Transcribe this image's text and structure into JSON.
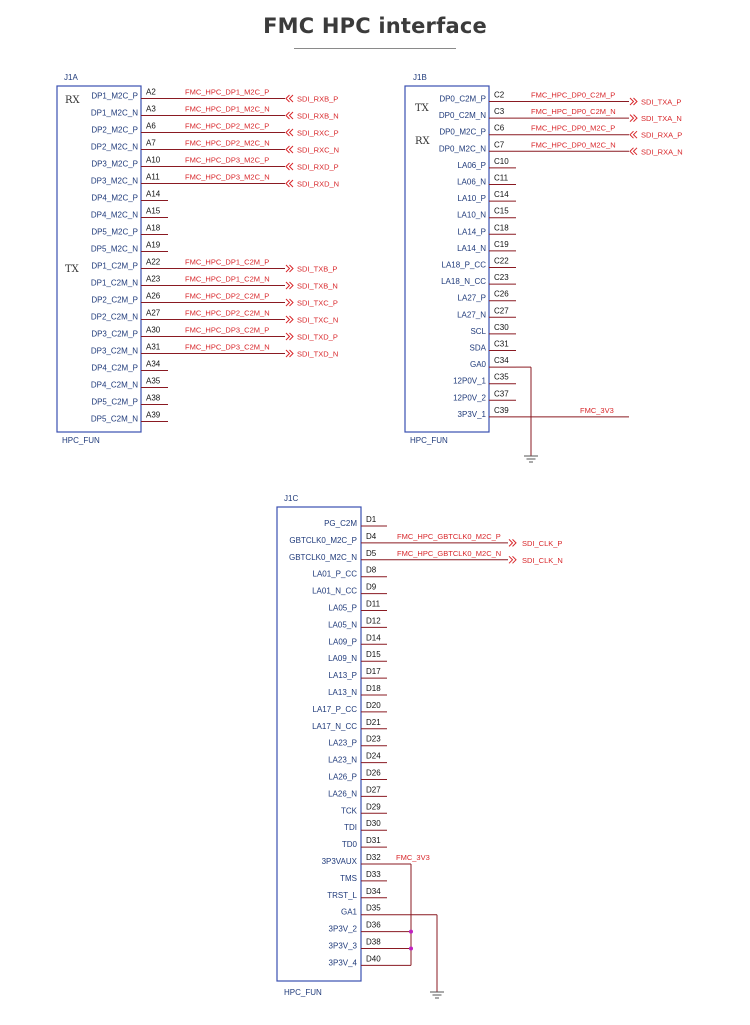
{
  "title": "FMC HPC interface",
  "colors": {
    "box": "#3a4fb0",
    "wire": "#8a1a22",
    "net": "#d8262a",
    "dot": "#c020c0",
    "pin": "#1f3a7a"
  },
  "symbols": [
    {
      "ref": "J1A",
      "footer": "HPC_FUN",
      "groups": [
        "RX",
        "TX"
      ],
      "pins": [
        {
          "name": "DP1_M2C_P",
          "num": "A2",
          "net": "FMC_HPC_DP1_M2C_P",
          "port": "SDI_RXB_P",
          "dir": "in"
        },
        {
          "name": "DP1_M2C_N",
          "num": "A3",
          "net": "FMC_HPC_DP1_M2C_N",
          "port": "SDI_RXB_N",
          "dir": "in"
        },
        {
          "name": "DP2_M2C_P",
          "num": "A6",
          "net": "FMC_HPC_DP2_M2C_P",
          "port": "SDI_RXC_P",
          "dir": "in"
        },
        {
          "name": "DP2_M2C_N",
          "num": "A7",
          "net": "FMC_HPC_DP2_M2C_N",
          "port": "SDI_RXC_N",
          "dir": "in"
        },
        {
          "name": "DP3_M2C_P",
          "num": "A10",
          "net": "FMC_HPC_DP3_M2C_P",
          "port": "SDI_RXD_P",
          "dir": "in"
        },
        {
          "name": "DP3_M2C_N",
          "num": "A11",
          "net": "FMC_HPC_DP3_M2C_N",
          "port": "SDI_RXD_N",
          "dir": "in"
        },
        {
          "name": "DP4_M2C_P",
          "num": "A14",
          "net": "",
          "port": "",
          "dir": ""
        },
        {
          "name": "DP4_M2C_N",
          "num": "A15",
          "net": "",
          "port": "",
          "dir": ""
        },
        {
          "name": "DP5_M2C_P",
          "num": "A18",
          "net": "",
          "port": "",
          "dir": ""
        },
        {
          "name": "DP5_M2C_N",
          "num": "A19",
          "net": "",
          "port": "",
          "dir": ""
        },
        {
          "name": "DP1_C2M_P",
          "num": "A22",
          "net": "FMC_HPC_DP1_C2M_P",
          "port": "SDI_TXB_P",
          "dir": "out"
        },
        {
          "name": "DP1_C2M_N",
          "num": "A23",
          "net": "FMC_HPC_DP1_C2M_N",
          "port": "SDI_TXB_N",
          "dir": "out"
        },
        {
          "name": "DP2_C2M_P",
          "num": "A26",
          "net": "FMC_HPC_DP2_C2M_P",
          "port": "SDI_TXC_P",
          "dir": "out"
        },
        {
          "name": "DP2_C2M_N",
          "num": "A27",
          "net": "FMC_HPC_DP2_C2M_N",
          "port": "SDI_TXC_N",
          "dir": "out"
        },
        {
          "name": "DP3_C2M_P",
          "num": "A30",
          "net": "FMC_HPC_DP3_C2M_P",
          "port": "SDI_TXD_P",
          "dir": "out"
        },
        {
          "name": "DP3_C2M_N",
          "num": "A31",
          "net": "FMC_HPC_DP3_C2M_N",
          "port": "SDI_TXD_N",
          "dir": "out"
        },
        {
          "name": "DP4_C2M_P",
          "num": "A34",
          "net": "",
          "port": "",
          "dir": ""
        },
        {
          "name": "DP4_C2M_N",
          "num": "A35",
          "net": "",
          "port": "",
          "dir": ""
        },
        {
          "name": "DP5_C2M_P",
          "num": "A38",
          "net": "",
          "port": "",
          "dir": ""
        },
        {
          "name": "DP5_C2M_N",
          "num": "A39",
          "net": "",
          "port": "",
          "dir": ""
        }
      ]
    },
    {
      "ref": "J1B",
      "footer": "HPC_FUN",
      "groups": [
        "TX",
        "RX"
      ],
      "pins": [
        {
          "name": "DP0_C2M_P",
          "num": "C2",
          "net": "FMC_HPC_DP0_C2M_P",
          "port": "SDI_TXA_P",
          "dir": "out"
        },
        {
          "name": "DP0_C2M_N",
          "num": "C3",
          "net": "FMC_HPC_DP0_C2M_N",
          "port": "SDI_TXA_N",
          "dir": "out"
        },
        {
          "name": "DP0_M2C_P",
          "num": "C6",
          "net": "FMC_HPC_DP0_M2C_P",
          "port": "SDI_RXA_P",
          "dir": "in"
        },
        {
          "name": "DP0_M2C_N",
          "num": "C7",
          "net": "FMC_HPC_DP0_M2C_N",
          "port": "SDI_RXA_N",
          "dir": "in"
        },
        {
          "name": "LA06_P",
          "num": "C10",
          "net": "",
          "port": "",
          "dir": ""
        },
        {
          "name": "LA06_N",
          "num": "C11",
          "net": "",
          "port": "",
          "dir": ""
        },
        {
          "name": "LA10_P",
          "num": "C14",
          "net": "",
          "port": "",
          "dir": ""
        },
        {
          "name": "LA10_N",
          "num": "C15",
          "net": "",
          "port": "",
          "dir": ""
        },
        {
          "name": "LA14_P",
          "num": "C18",
          "net": "",
          "port": "",
          "dir": ""
        },
        {
          "name": "LA14_N",
          "num": "C19",
          "net": "",
          "port": "",
          "dir": ""
        },
        {
          "name": "LA18_P_CC",
          "num": "C22",
          "net": "",
          "port": "",
          "dir": ""
        },
        {
          "name": "LA18_N_CC",
          "num": "C23",
          "net": "",
          "port": "",
          "dir": ""
        },
        {
          "name": "LA27_P",
          "num": "C26",
          "net": "",
          "port": "",
          "dir": ""
        },
        {
          "name": "LA27_N",
          "num": "C27",
          "net": "",
          "port": "",
          "dir": ""
        },
        {
          "name": "SCL",
          "num": "C30",
          "net": "",
          "port": "",
          "dir": ""
        },
        {
          "name": "SDA",
          "num": "C31",
          "net": "",
          "port": "",
          "dir": ""
        },
        {
          "name": "GA0",
          "num": "C34",
          "net": "",
          "port": "",
          "dir": ""
        },
        {
          "name": "12P0V_1",
          "num": "C35",
          "net": "",
          "port": "",
          "dir": ""
        },
        {
          "name": "12P0V_2",
          "num": "C37",
          "net": "",
          "port": "",
          "dir": ""
        },
        {
          "name": "3P3V_1",
          "num": "C39",
          "net": "FMC_3V3",
          "port": "",
          "dir": ""
        }
      ]
    },
    {
      "ref": "J1C",
      "footer": "HPC_FUN",
      "groups": [],
      "pins": [
        {
          "name": "PG_C2M",
          "num": "D1",
          "net": "",
          "port": "",
          "dir": ""
        },
        {
          "name": "GBTCLK0_M2C_P",
          "num": "D4",
          "net": "FMC_HPC_GBTCLK0_M2C_P",
          "port": "SDI_CLK_P",
          "dir": "out"
        },
        {
          "name": "GBTCLK0_M2C_N",
          "num": "D5",
          "net": "FMC_HPC_GBTCLK0_M2C_N",
          "port": "SDI_CLK_N",
          "dir": "out"
        },
        {
          "name": "LA01_P_CC",
          "num": "D8",
          "net": "",
          "port": "",
          "dir": ""
        },
        {
          "name": "LA01_N_CC",
          "num": "D9",
          "net": "",
          "port": "",
          "dir": ""
        },
        {
          "name": "LA05_P",
          "num": "D11",
          "net": "",
          "port": "",
          "dir": ""
        },
        {
          "name": "LA05_N",
          "num": "D12",
          "net": "",
          "port": "",
          "dir": ""
        },
        {
          "name": "LA09_P",
          "num": "D14",
          "net": "",
          "port": "",
          "dir": ""
        },
        {
          "name": "LA09_N",
          "num": "D15",
          "net": "",
          "port": "",
          "dir": ""
        },
        {
          "name": "LA13_P",
          "num": "D17",
          "net": "",
          "port": "",
          "dir": ""
        },
        {
          "name": "LA13_N",
          "num": "D18",
          "net": "",
          "port": "",
          "dir": ""
        },
        {
          "name": "LA17_P_CC",
          "num": "D20",
          "net": "",
          "port": "",
          "dir": ""
        },
        {
          "name": "LA17_N_CC",
          "num": "D21",
          "net": "",
          "port": "",
          "dir": ""
        },
        {
          "name": "LA23_P",
          "num": "D23",
          "net": "",
          "port": "",
          "dir": ""
        },
        {
          "name": "LA23_N",
          "num": "D24",
          "net": "",
          "port": "",
          "dir": ""
        },
        {
          "name": "LA26_P",
          "num": "D26",
          "net": "",
          "port": "",
          "dir": ""
        },
        {
          "name": "LA26_N",
          "num": "D27",
          "net": "",
          "port": "",
          "dir": ""
        },
        {
          "name": "TCK",
          "num": "D29",
          "net": "",
          "port": "",
          "dir": ""
        },
        {
          "name": "TDI",
          "num": "D30",
          "net": "",
          "port": "",
          "dir": ""
        },
        {
          "name": "TD0",
          "num": "D31",
          "net": "",
          "port": "",
          "dir": ""
        },
        {
          "name": "3P3VAUX",
          "num": "D32",
          "net": "FMC_3V3",
          "port": "",
          "dir": ""
        },
        {
          "name": "TMS",
          "num": "D33",
          "net": "",
          "port": "",
          "dir": ""
        },
        {
          "name": "TRST_L",
          "num": "D34",
          "net": "",
          "port": "",
          "dir": ""
        },
        {
          "name": "GA1",
          "num": "D35",
          "net": "",
          "port": "",
          "dir": ""
        },
        {
          "name": "3P3V_2",
          "num": "D36",
          "net": "",
          "port": "",
          "dir": ""
        },
        {
          "name": "3P3V_3",
          "num": "D38",
          "net": "",
          "port": "",
          "dir": ""
        },
        {
          "name": "3P3V_4",
          "num": "D40",
          "net": "",
          "port": "",
          "dir": ""
        }
      ]
    }
  ]
}
